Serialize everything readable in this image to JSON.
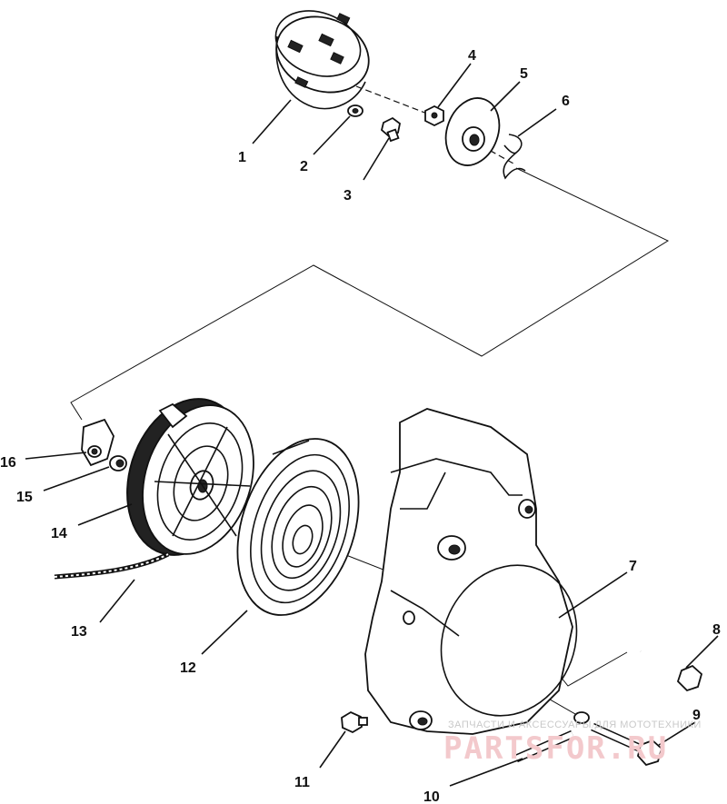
{
  "callouts": [
    {
      "num": "1"
    },
    {
      "num": "2"
    },
    {
      "num": "3"
    },
    {
      "num": "4"
    },
    {
      "num": "5"
    },
    {
      "num": "6"
    },
    {
      "num": "7"
    },
    {
      "num": "8"
    },
    {
      "num": "9"
    },
    {
      "num": "10"
    },
    {
      "num": "11"
    },
    {
      "num": "12"
    },
    {
      "num": "13"
    },
    {
      "num": "14"
    },
    {
      "num": "15"
    },
    {
      "num": "16"
    }
  ],
  "watermark": {
    "caption": "ЗАПЧАСТИ И АКСЕССУАРЫ ДЛЯ МОТОТЕХНИКИ",
    "brand": "PARTSFOR.RU"
  },
  "colors": {
    "ink": "#111111",
    "watermark_red": "#f3c9cc",
    "watermark_gray": "#c9c9c9"
  }
}
